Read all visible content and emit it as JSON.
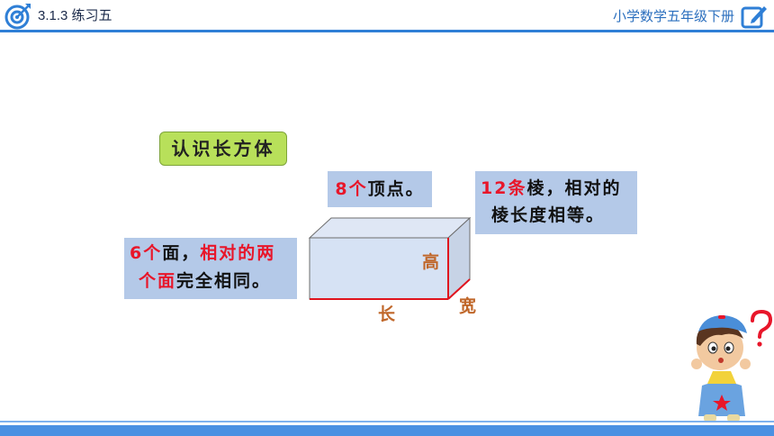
{
  "header": {
    "lesson": "3.1.3 练习五",
    "course": "小学数学五年级下册"
  },
  "content": {
    "title": "认识长方体",
    "vertices": {
      "num": "8",
      "unit": "个",
      "rest": "顶点。"
    },
    "edges": {
      "num": "12",
      "unit": "条",
      "line1_rest": "棱，相对的",
      "line2": "棱长度相等。"
    },
    "faces": {
      "num": "6",
      "unit": "个",
      "line1_mid": "面，",
      "line1_red": "相对的两",
      "line2_red": "个面",
      "line2_rest": "完全相同。"
    },
    "dimensions": {
      "height": "高",
      "length": "长",
      "width": "宽"
    }
  },
  "colors": {
    "accent_blue": "#2f7fd6",
    "title_green": "#b8e05a",
    "panel_blue": "#b4c9e8",
    "highlight_red": "#e8162a",
    "label_brown": "#c0672a"
  }
}
